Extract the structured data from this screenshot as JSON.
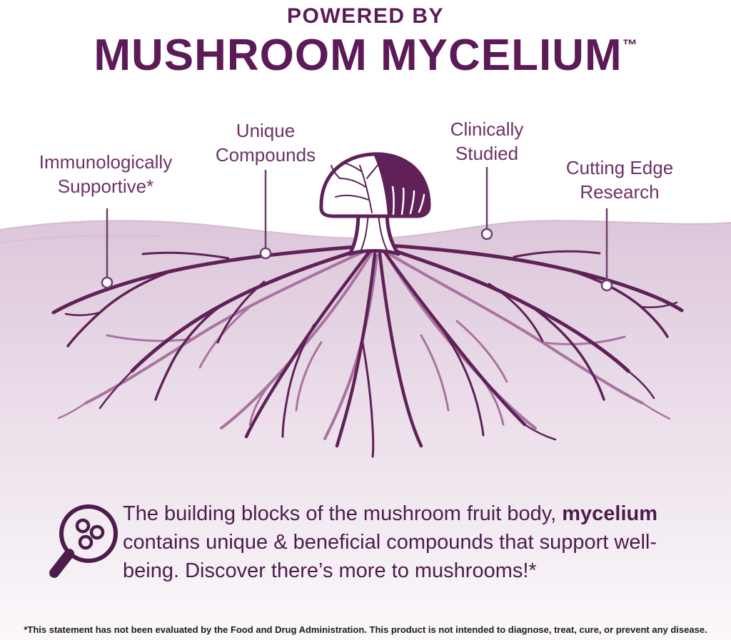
{
  "header": {
    "kicker": "POWERED BY",
    "title": "MUSHROOM MYCELIUM",
    "trademark": "™"
  },
  "callouts": [
    {
      "id": "immunologically-supportive",
      "label": "Immunologically\nSupportive*"
    },
    {
      "id": "unique-compounds",
      "label": "Unique\nCompounds"
    },
    {
      "id": "clinically-studied",
      "label": "Clinically\nStudied"
    },
    {
      "id": "cutting-edge-research",
      "label": "Cutting Edge\nResearch"
    }
  ],
  "description": {
    "line1_regular": "The building blocks of the mushroom fruit body, ",
    "line1_bold": "mycelium",
    "line2": "contains unique & beneficial compounds that support well-",
    "line3": "being. Discover there’s more to mushrooms!*"
  },
  "footer": {
    "disclaimer": "*This statement has not been evaluated by the Food and Drug Administration. This product is not intended to diagnose, treat, cure, or prevent any disease."
  },
  "icons": {
    "magnifier": "magnifier-with-compound-molecules-icon"
  },
  "colors": {
    "brand_dark": "#5c1a57",
    "label_purple": "#6d3168",
    "root_dark": "#5f2158",
    "root_light": "#a973a0",
    "ground_top": "#dcc7da",
    "ground_bottom": "#fbf8fb",
    "disclaimer_text": "#1c1c1c"
  }
}
